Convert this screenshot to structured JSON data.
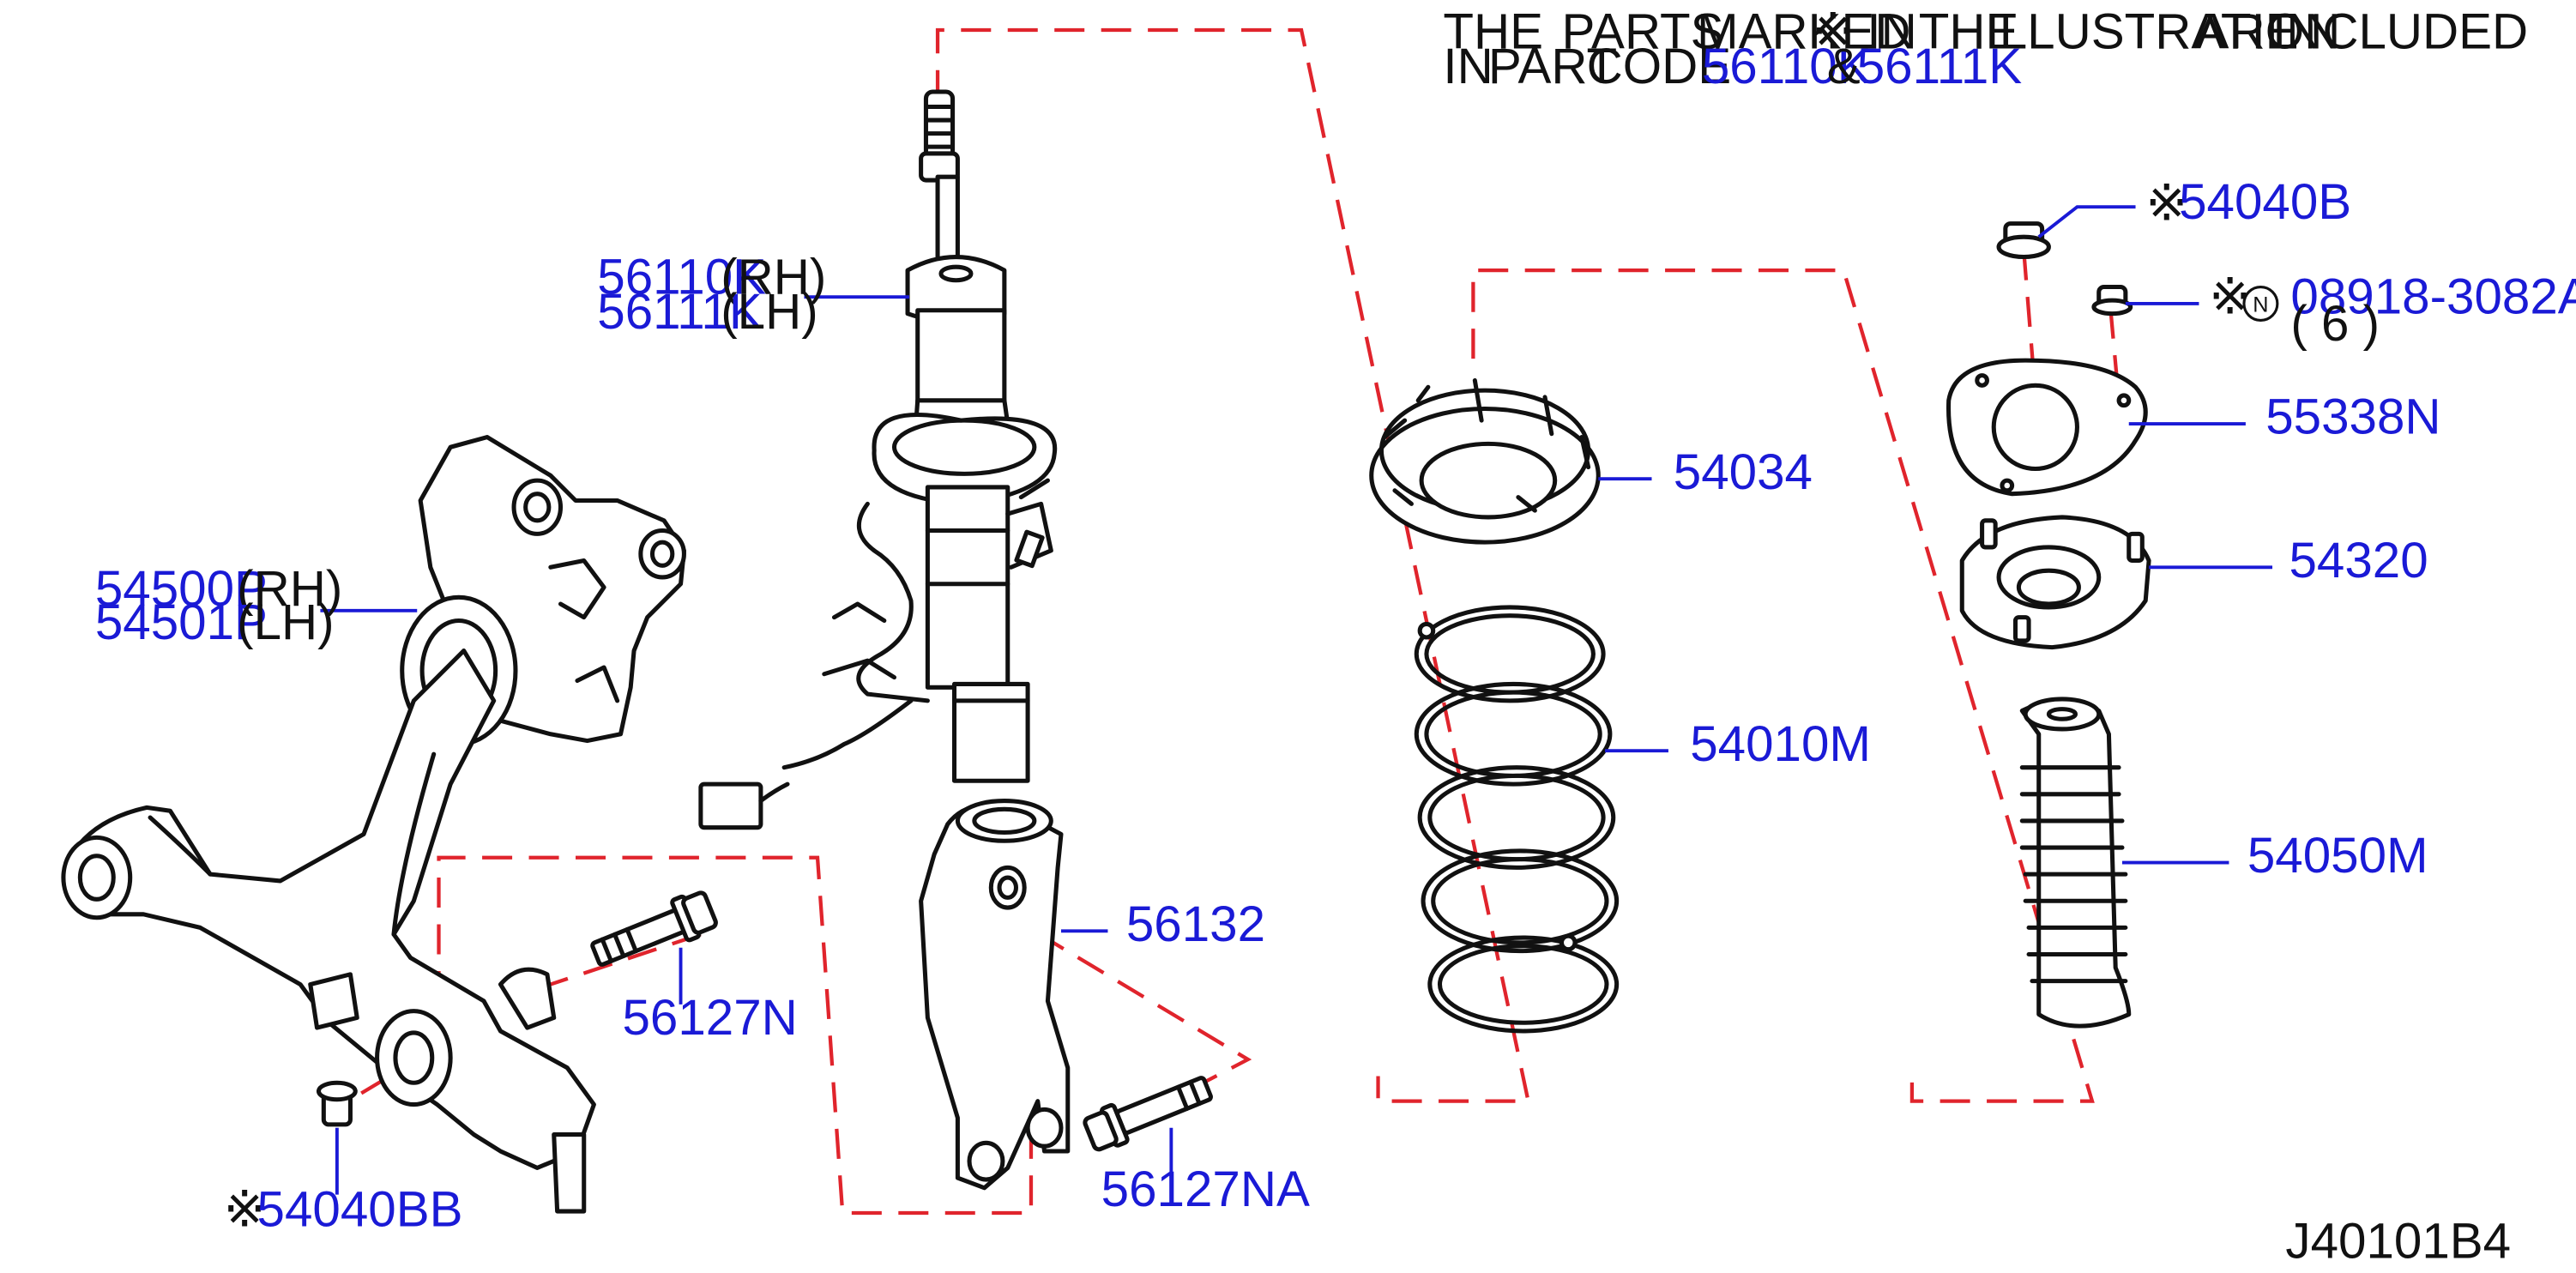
{
  "note": {
    "line1_words": [
      "THE",
      "PARTS",
      "MARKED",
      "※",
      "IN",
      "THE",
      "ILLUSTRATION",
      "ARE",
      "INCLUDED"
    ],
    "line2_words": [
      "IN",
      "PART",
      "CODE"
    ],
    "code_a": "56110K",
    "amp": "&",
    "code_b": "56111K"
  },
  "callouts": {
    "strut_rh_code": "56110K",
    "strut_rh_side": "(RH)",
    "strut_lh_code": "56111K",
    "strut_lh_side": "(LH)",
    "knuckle_rh_code": "54500P",
    "knuckle_rh_side": "(RH)",
    "knuckle_lh_code": "54501P",
    "knuckle_lh_side": "(LH)",
    "spring_seat": "54034",
    "coil_spring": "54010M",
    "bound_bumper": "54050M",
    "mount_insulator": "54320",
    "mount_plate": "55338N",
    "top_nut_mark": "※",
    "top_nut": "54040B",
    "flange_nut_mark": "※",
    "flange_nut_n": "N",
    "flange_nut": "08918-3082A",
    "flange_nut_qty": "( 6 )",
    "fork": "56132",
    "fork_bolt": "56127N",
    "lower_bolt": "56127NA",
    "arm_nut_mark": "※",
    "arm_nut": "54040BB"
  },
  "diagram_id": "J40101B4",
  "colors": {
    "callout": "#1a1ad6",
    "dashed_guide": "#e0242c",
    "line_art": "#111111"
  }
}
